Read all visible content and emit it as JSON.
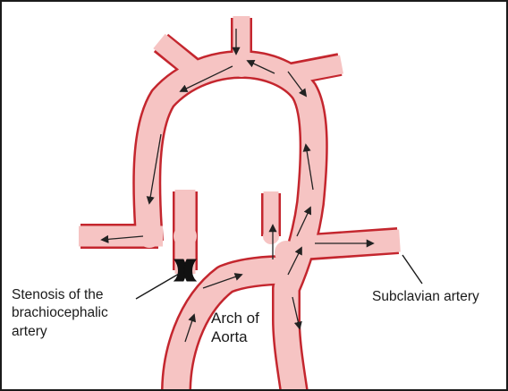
{
  "labels": {
    "stenosis": [
      "Stenosis of the",
      "brachiocephalic",
      "artery"
    ],
    "arch": [
      "Arch of",
      "Aorta"
    ],
    "subclavian": "Subclavian artery"
  },
  "colors": {
    "vessel_fill": "#f6c4c3",
    "vessel_wall": "#c4262e",
    "flow_arrow": "#222222",
    "stenosis_mark": "#111111"
  }
}
